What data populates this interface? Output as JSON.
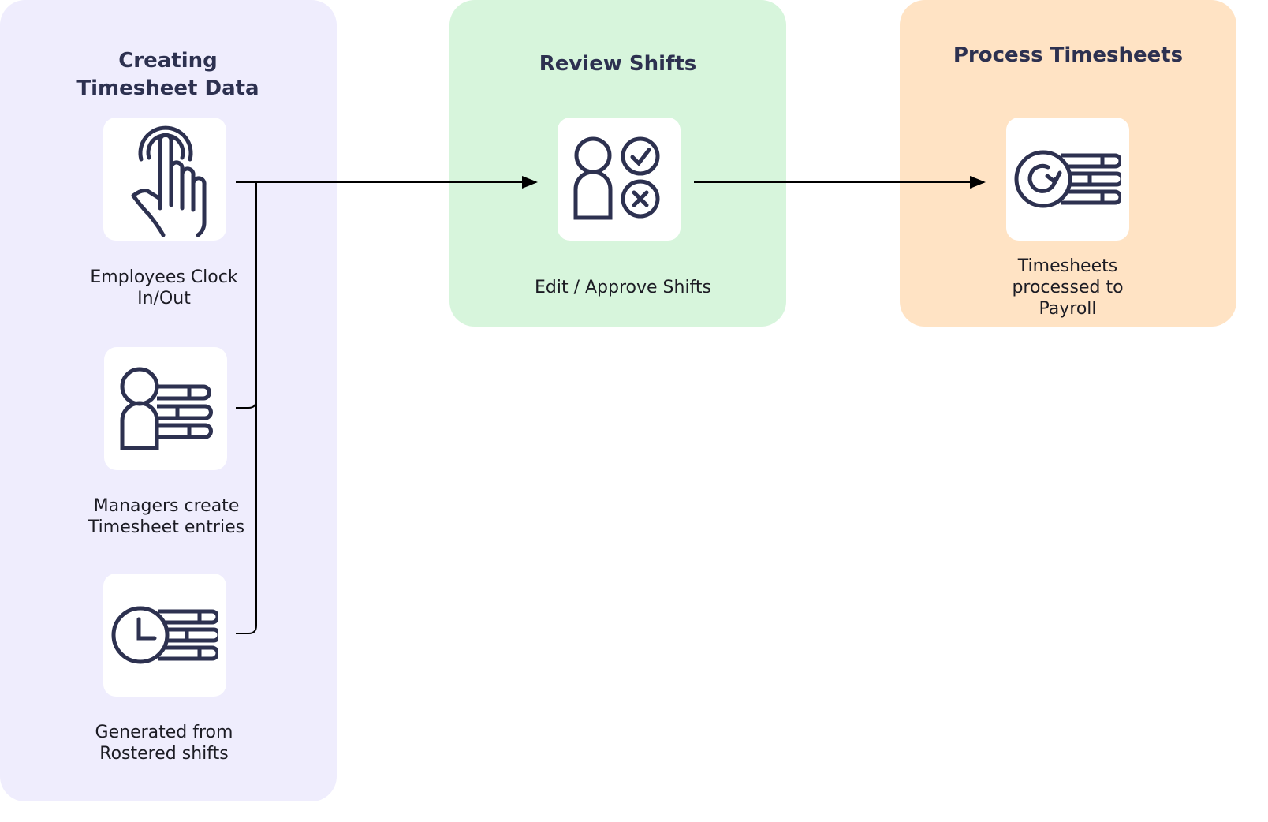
{
  "stages": [
    {
      "title": "Creating Timesheet Data",
      "title_lines": [
        "Creating",
        "Timesheet Data"
      ],
      "color": "#efedfd"
    },
    {
      "title": "Review Shifts",
      "color": "#d7f5dc"
    },
    {
      "title": "Process Timesheets",
      "color": "#ffe3c4"
    }
  ],
  "steps": {
    "clock": {
      "label_lines": [
        "Employees Clock",
        "In/Out"
      ],
      "icon": "hand-tap-icon"
    },
    "managers": {
      "label_lines": [
        "Managers create",
        "Timesheet entries"
      ],
      "icon": "person-list-icon"
    },
    "rostered": {
      "label_lines": [
        "Generated from",
        "Rostered shifts"
      ],
      "icon": "clock-list-icon"
    },
    "review": {
      "label": "Edit / Approve Shifts",
      "icon": "person-approve-reject-icon"
    },
    "process": {
      "label_lines": [
        "Timesheets",
        "processed to",
        "Payroll"
      ],
      "icon": "refresh-list-icon"
    }
  },
  "colors": {
    "icon": "#2d3150",
    "line": "#000000"
  }
}
